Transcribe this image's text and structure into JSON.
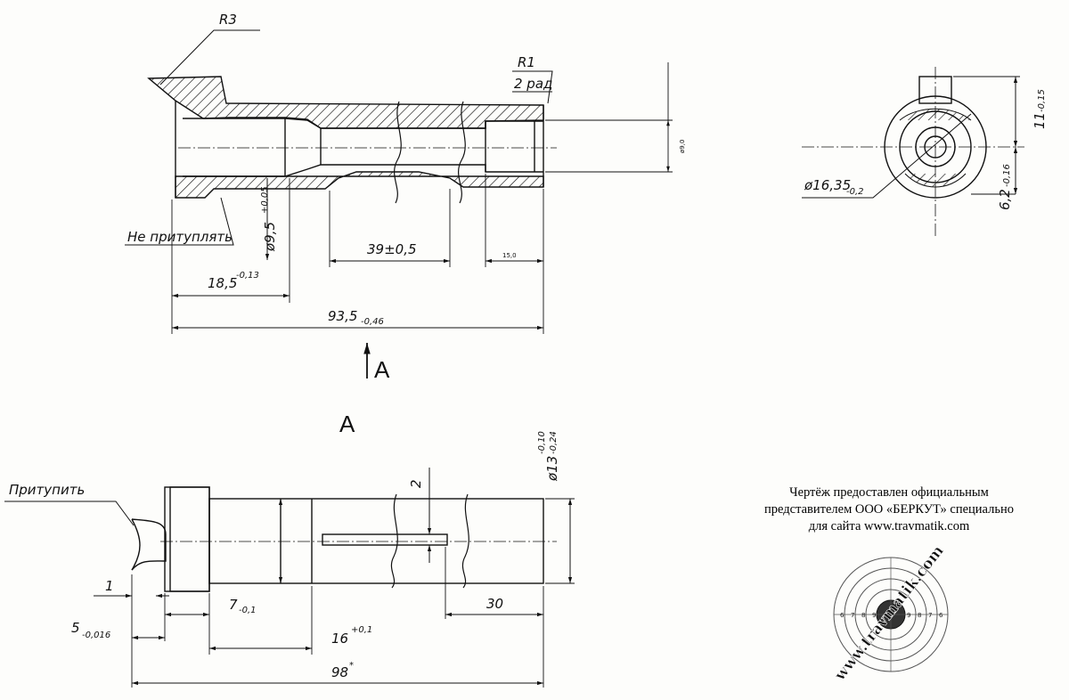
{
  "labels": {
    "radius_r3": "R3",
    "radius_r1": "R1",
    "radius_note": "2 рад",
    "len_total": "93,5",
    "len_total_tol": "-0,46",
    "len_left": "18,5",
    "len_left_tol": "-0,13",
    "len_mid": "39±0,5",
    "len_right": "15,0",
    "dia_bore": "ø9,5",
    "dia_bore_tol": "+0,05",
    "dia_right": "ø9,0",
    "note_no_blunt": "Не притуплять",
    "view_arrow": "A",
    "view_title": "A",
    "dia_outer": "ø16,35",
    "dia_outer_tol": "-0,2",
    "h_tab": "11",
    "h_tab_tol": "-0,15",
    "h_center": "6,2",
    "h_center_tol": "-0,16",
    "note_blunt": "Притупить",
    "dim_1": "1",
    "dim_5": "5",
    "dim_5_tol": "-0,016",
    "dim_7": "7",
    "dim_7_tol": "-0,1",
    "dim_16": "16",
    "dim_16_tol": "+0,1",
    "dim_98": "98",
    "dim_98_mark": "*",
    "dim_30": "30",
    "dim_2": "2",
    "dia_13": "ø13",
    "dia_13_tol_a": "-0,10",
    "dia_13_tol_b": "-0,24"
  },
  "credit": {
    "line1": "Чертёж предоставлен официальным",
    "line2": "представителем ООО «БЕРКУТ» специально",
    "line3": "для сайта www.travmatik.com"
  },
  "watermark": {
    "text": "www.travmatik.com",
    "rings": [
      "6",
      "7",
      "8",
      "9"
    ]
  }
}
